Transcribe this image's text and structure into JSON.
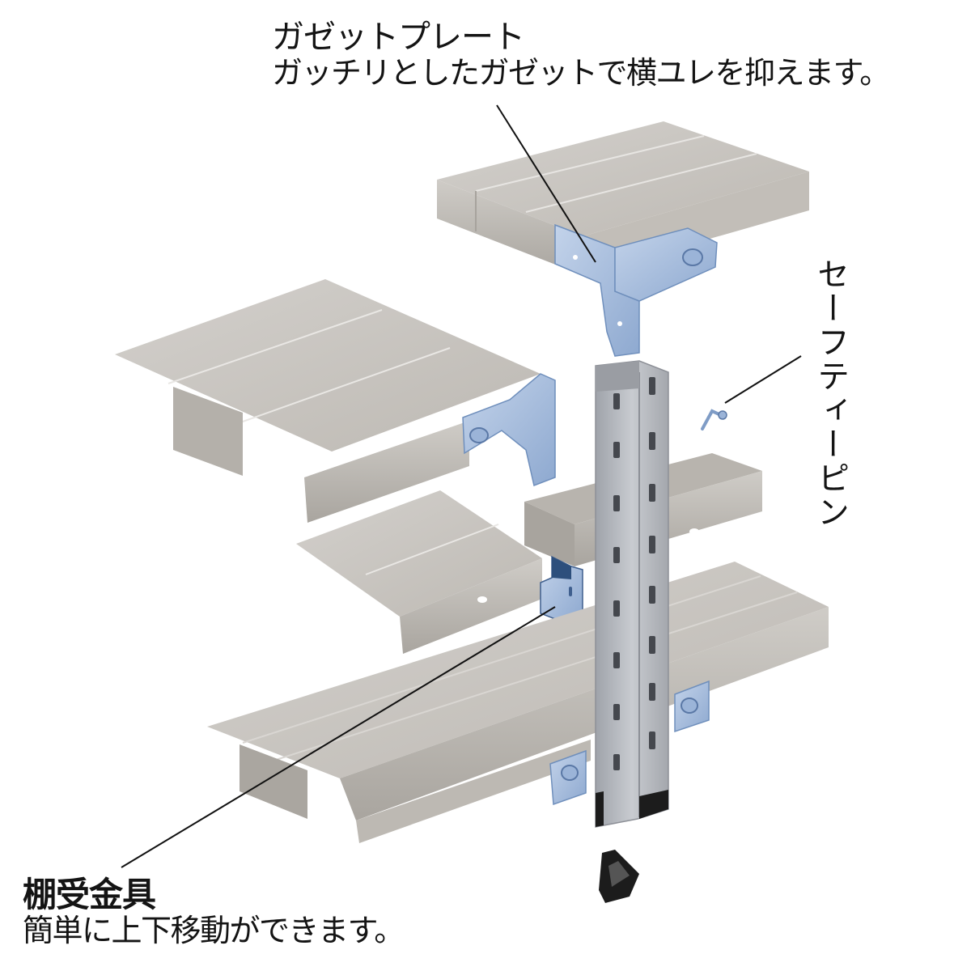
{
  "diagram": {
    "subject": "steel shelving exploded view",
    "colors": {
      "shelf_top": "#c9c6c1",
      "shelf_side": "#b9b5af",
      "shelf_shadow": "#9e9a94",
      "post": "#b3b6bc",
      "post_dark": "#8d9097",
      "bracket_blue": "#a9c0df",
      "bracket_blue_dark": "#6f8fbc",
      "foot_black": "#1c1c1c",
      "leader_line": "#111111"
    }
  },
  "callouts": {
    "gusset_plate": {
      "title": "ガゼットプレート",
      "description": "ガッチリとしたガゼットで横ユレを抑えます。"
    },
    "safety_pin": {
      "title": "セーフティーピン"
    },
    "shelf_bracket": {
      "title": "棚受金具",
      "description": "簡単に上下移動ができます。"
    }
  }
}
